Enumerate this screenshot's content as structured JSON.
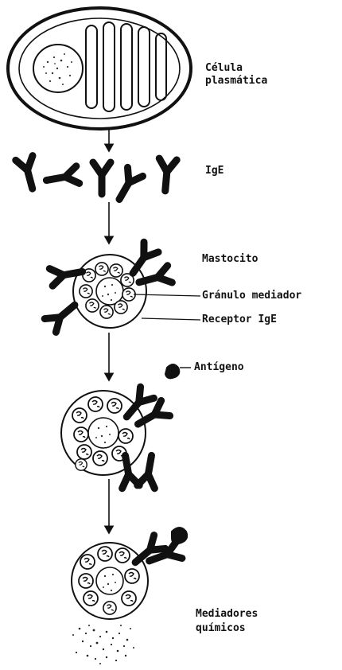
{
  "labels": {
    "plasma_cell_line1": "Célula",
    "plasma_cell_line2": "plasmática",
    "ige": "IgE",
    "mast_cell": "Mastocito",
    "mediator_granule": "Gránulo mediador",
    "ige_receptor": "Receptor IgE",
    "antigen": "Antígeno",
    "chemical_mediators_line1": "Mediadores",
    "chemical_mediators_line2": "químicos"
  }
}
